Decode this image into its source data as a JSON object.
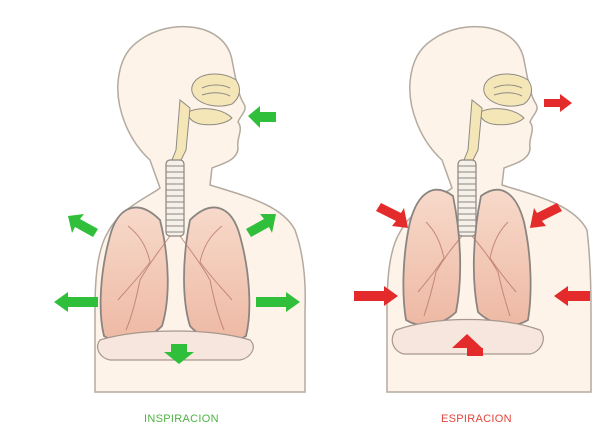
{
  "panels": [
    {
      "caption": "INSPIRACION",
      "lung_state": "expanded",
      "arrow_direction": "outward",
      "arrow_color": "#2fbf3b",
      "caption_color": "#4fb443"
    },
    {
      "caption": "ESPIRACION",
      "lung_state": "contracted",
      "arrow_direction": "inward",
      "arrow_color": "#e42b2b",
      "caption_color": "#e2453c"
    }
  ],
  "colors": {
    "skin": "#fdf3e8",
    "skin_outline": "#b3aaa0",
    "lung_fill": "#f2c7b4",
    "lung_outline": "#8b8581",
    "airway_fill": "#f5e6b8"
  }
}
